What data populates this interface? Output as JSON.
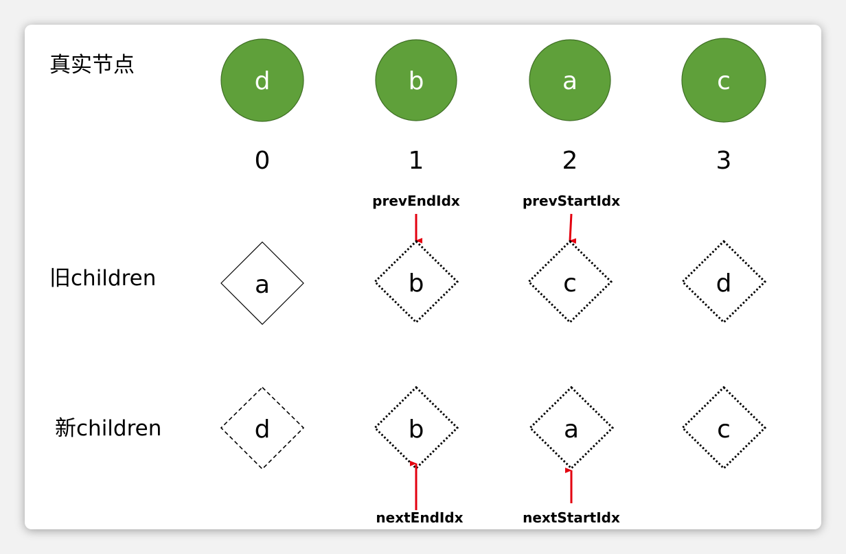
{
  "row_labels": {
    "real": "真实节点",
    "old": "旧children",
    "new": "新children"
  },
  "real_nodes": [
    "d",
    "b",
    "a",
    "c"
  ],
  "indices": [
    "0",
    "1",
    "2",
    "3"
  ],
  "old_children": [
    {
      "key": "a",
      "style": "solid"
    },
    {
      "key": "b",
      "style": "dotted"
    },
    {
      "key": "c",
      "style": "dotted"
    },
    {
      "key": "d",
      "style": "dotted"
    }
  ],
  "new_children": [
    {
      "key": "d",
      "style": "dashed"
    },
    {
      "key": "b",
      "style": "dotted"
    },
    {
      "key": "a",
      "style": "dotted"
    },
    {
      "key": "c",
      "style": "dotted"
    }
  ],
  "pointers": {
    "prev_end": "prevEndIdx",
    "prev_start": "prevStartIdx",
    "next_end": "nextEndIdx",
    "next_start": "nextStartIdx"
  },
  "colors": {
    "node_fill": "#5fa03a",
    "node_stroke": "#3e6e24",
    "arrow": "#e3000f"
  }
}
